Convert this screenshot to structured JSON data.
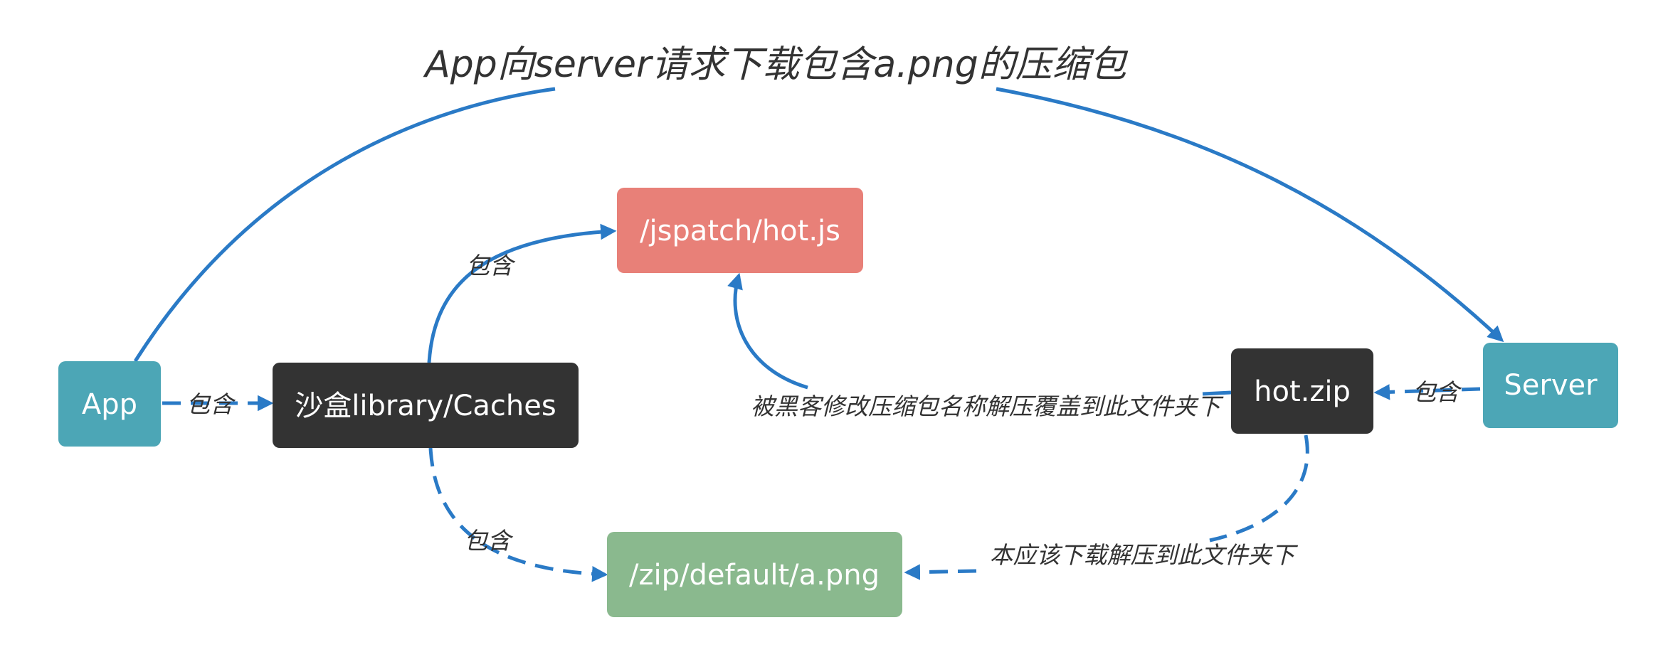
{
  "title": "App向server请求下载包含a.png的压缩包",
  "colors": {
    "edge": "#2a7ac6",
    "app_node": "#4ca6b6",
    "dark_node": "#333333",
    "hotjs_node": "#e88078",
    "apng_node": "#8ab98e",
    "node_text": "#ffffff",
    "label_text": "#333333"
  },
  "nodes": {
    "app": "App",
    "sandbox": "沙盒library/Caches",
    "hotjs": "/jspatch/hot.js",
    "apng": "/zip/default/a.png",
    "hotzip": "hot.zip",
    "server": "Server"
  },
  "edges": {
    "app_to_sandbox": "包含",
    "sandbox_to_hotjs": "包含",
    "sandbox_to_apng": "包含",
    "server_to_hotzip": "包含",
    "hotzip_to_hotjs": "被黑客修改压缩包名称解压覆盖到此文件夹下",
    "hotzip_to_apng": "本应该下载解压到此文件夹下"
  }
}
